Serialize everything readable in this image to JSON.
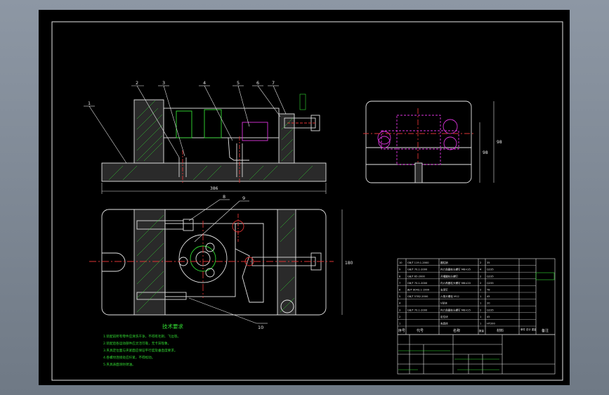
{
  "part_callouts": [
    "1",
    "2",
    "3",
    "4",
    "5",
    "6",
    "7",
    "8",
    "9",
    "10"
  ],
  "dimensions": {
    "front_width": "386",
    "side_height_inner": "98",
    "side_height_outer": "98",
    "top_depth": "180"
  },
  "tech_requirements": {
    "title": "技术要求",
    "lines": [
      "1.装配前所有零件应清洗干净，不得有毛刺、飞边等。",
      "2.装配后各运动部件应灵活可靠，无卡滞现象。",
      "3.夹具定位面与夹紧面应保证平行度及垂直度要求。",
      "4.各螺纹连接处应拧紧，不得松动。",
      "5.夹具表面涂防锈油。"
    ]
  },
  "bom_header": [
    "序号",
    "代号",
    "名称",
    "数量",
    "材料",
    "单件 总计 重量",
    "备注"
  ],
  "bom_rows": [
    [
      "10",
      "GB/T 119.1-2000",
      "圆柱销",
      "2",
      "35",
      ""
    ],
    [
      "9",
      "GB/T 70.1-2000",
      "内六角圆柱头螺钉 M8×35",
      "4",
      "Q235",
      ""
    ],
    [
      "8",
      "GB/T 65-2000",
      "开槽圆柱头螺钉",
      "2",
      "Q235",
      ""
    ],
    [
      "7",
      "GB/T 70.1-2000",
      "内六角圆柱头螺钉 M6×20",
      "2",
      "Q235",
      ""
    ],
    [
      "6",
      "JB/T 8043.1-1999",
      "支承钉",
      "2",
      "T8",
      ""
    ],
    [
      "5",
      "GB/T 5782-2000",
      "六角头螺栓 M12",
      "1",
      "45",
      ""
    ],
    [
      "4",
      "",
      "V形块",
      "1",
      "20",
      ""
    ],
    [
      "3",
      "GB/T 70.1-2000",
      "内六角圆柱头螺钉 M8×25",
      "2",
      "Q235",
      ""
    ],
    [
      "2",
      "",
      "定位块",
      "1",
      "45",
      ""
    ],
    [
      "1",
      "",
      "夹具体",
      "1",
      "HT200",
      ""
    ]
  ]
}
